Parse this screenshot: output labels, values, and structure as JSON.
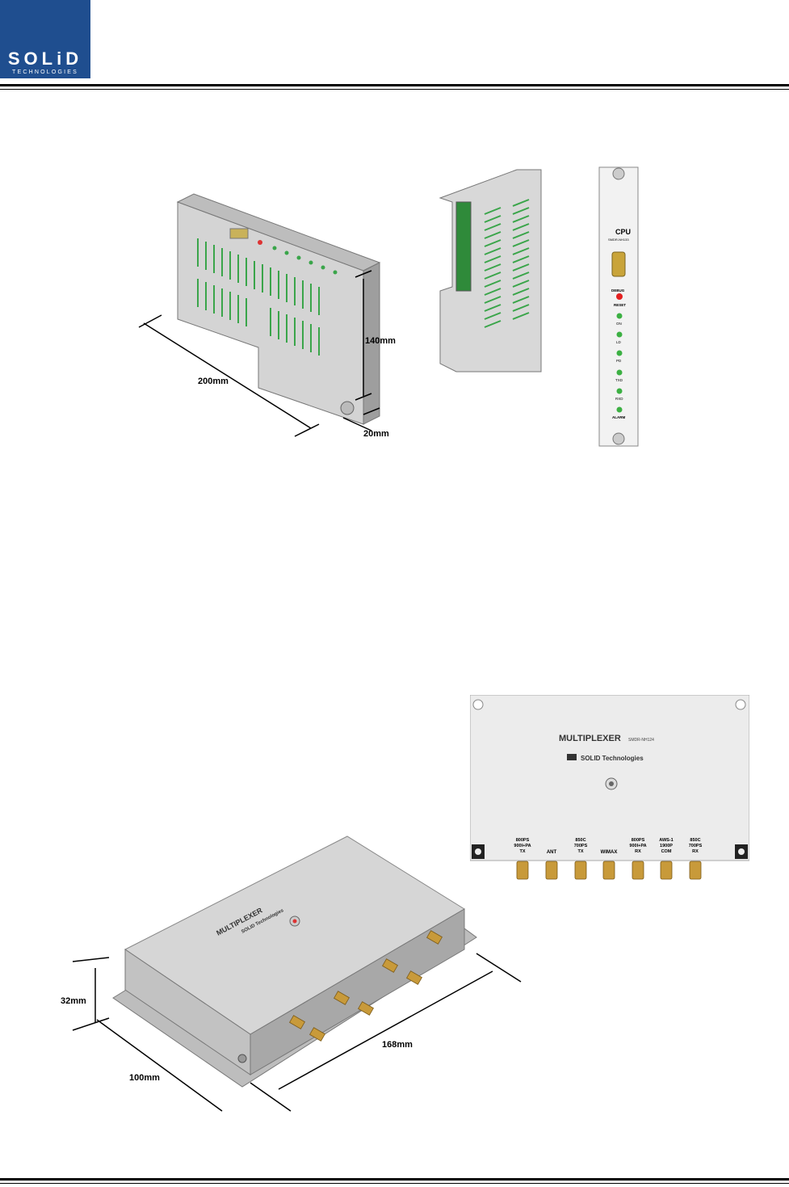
{
  "header": {
    "logo_text": "SOLiD",
    "logo_subtext": "TECHNOLOGIES"
  },
  "figure_cpu": {
    "dim_length": "200mm",
    "dim_height": "140mm",
    "dim_width": "20mm",
    "panel_title": "CPU",
    "panel_model": "SMDR-NH133",
    "panel_labels": [
      "DEBUG",
      "RESET",
      "ON",
      "LD",
      "PD",
      "TXD",
      "RXD",
      "ALARM"
    ]
  },
  "figure_mux": {
    "title": "MULTIPLEXER",
    "model": "SMDR-NH124",
    "brand": "SOLID Technologies",
    "ports": [
      [
        "800PS",
        "900I+PA",
        "TX"
      ],
      [
        "ANT"
      ],
      [
        "850C",
        "700PS",
        "TX"
      ],
      [
        "WIMAX"
      ],
      [
        "800PS",
        "900I+PA",
        "RX"
      ],
      [
        "AWS-1",
        "1900P",
        "COM"
      ],
      [
        "850C",
        "700PS",
        "RX"
      ]
    ],
    "dim_height": "32mm",
    "dim_depth": "100mm",
    "dim_length": "168mm"
  }
}
